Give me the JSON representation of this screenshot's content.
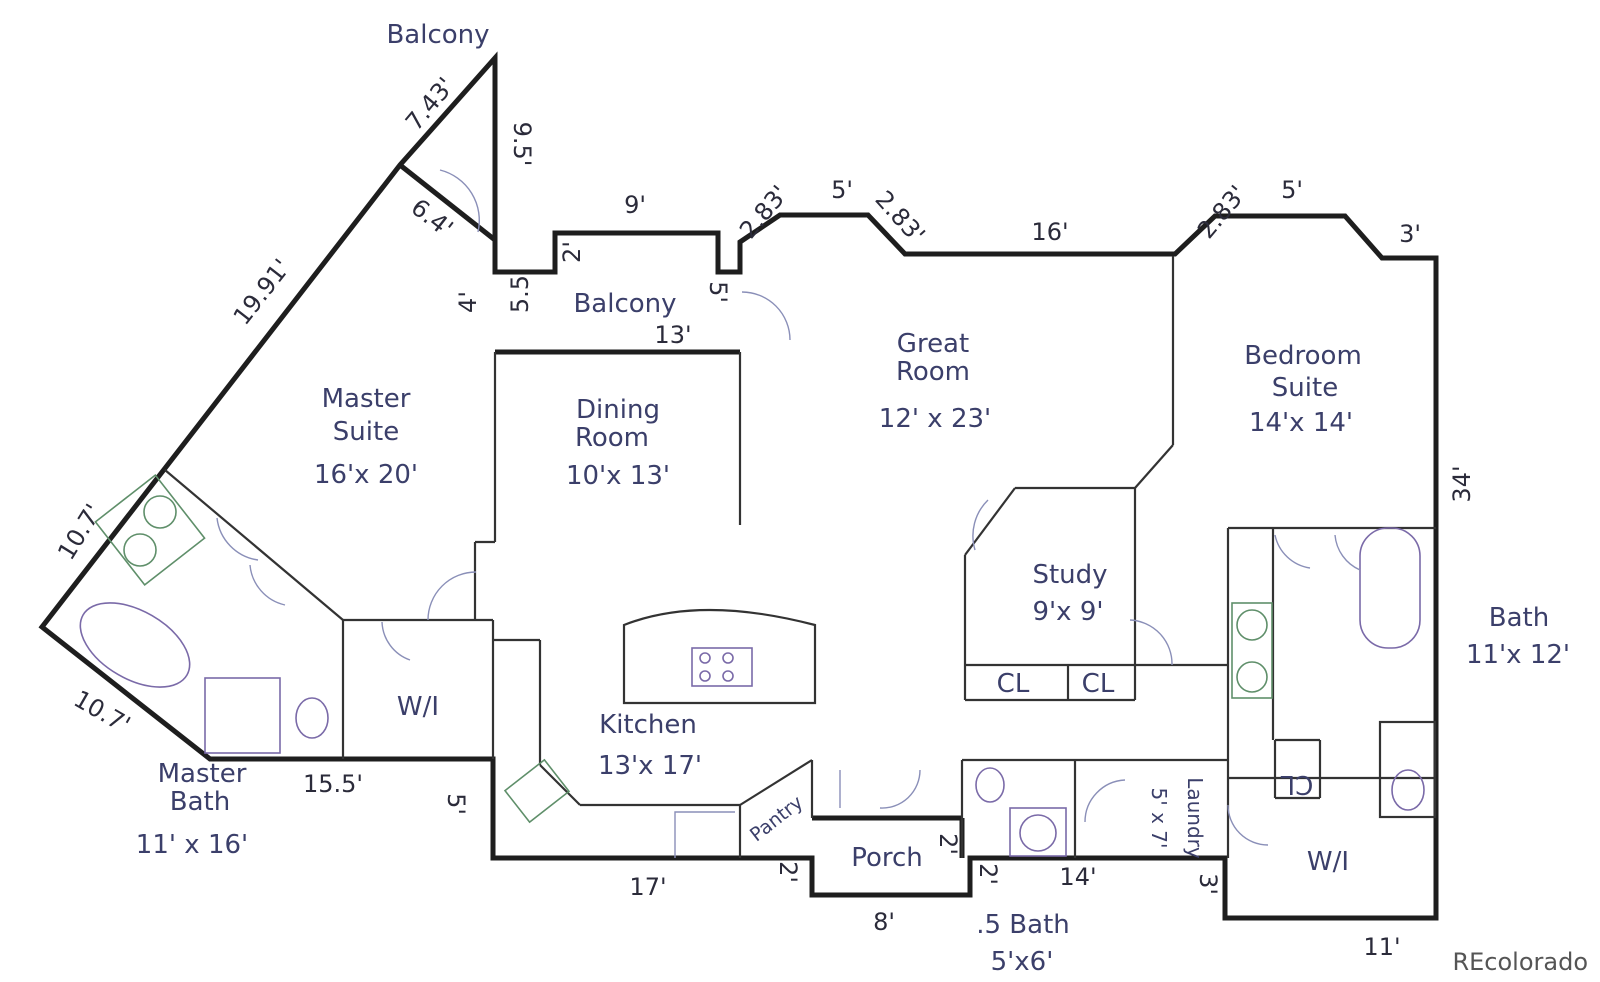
{
  "rooms": {
    "top_balcony": "Balcony",
    "master_suite_name": "Master",
    "master_suite_name2": "Suite",
    "master_suite_size": "16'x 20'",
    "dining_name": "Dining",
    "dining_name2": "Room",
    "dining_size": "10'x 13'",
    "balcony_name": "Balcony",
    "great_name": "Great",
    "great_name2": "Room",
    "great_size": "12' x 23'",
    "bedroom_name": "Bedroom",
    "bedroom_name2": "Suite",
    "bedroom_size": "14'x 14'",
    "study_name": "Study",
    "study_size": "9'x 9'",
    "cl1": "CL",
    "cl2": "CL",
    "cl3": "CL",
    "bath_name": "Bath",
    "bath_size": "11'x 12'",
    "wi_left": "W/I",
    "wi_right": "W/I",
    "kitchen_name": "Kitchen",
    "kitchen_size": "13'x 17'",
    "pantry": "Pantry",
    "porch": "Porch",
    "half_bath_name": ".5 Bath",
    "half_bath_size": "5'x6'",
    "laundry": "Laundry",
    "laundry_size": "5' x 7'",
    "master_bath_name": "Master",
    "master_bath_name2": "Bath",
    "master_bath_size": "11' x 16'"
  },
  "dimensions": {
    "d_743": "7.43'",
    "d_95": "9.5'",
    "d_64": "6.4'",
    "d_1991": "19.91'",
    "d_4": "4'",
    "d_55": "5.5",
    "d_2a": "2'",
    "d_9": "9'",
    "d_5a": "5'",
    "d_13": "13'",
    "d_283a": "2.83'",
    "d_5b": "5'",
    "d_283b": "2.83'",
    "d_16": "16'",
    "d_283c": "2.83'",
    "d_5c": "5'",
    "d_3a": "3'",
    "d_34": "34'",
    "d_107a": "10.7'",
    "d_107b": "10.7'",
    "d_155": "15.5'",
    "d_5d": "5'",
    "d_17": "17'",
    "d_2b": "2'",
    "d_8": "8'",
    "d_2c": "2'",
    "d_2d": "2'",
    "d_14": "14'",
    "d_3b": "3'",
    "d_11": "11'"
  },
  "watermark": "REcolorado"
}
